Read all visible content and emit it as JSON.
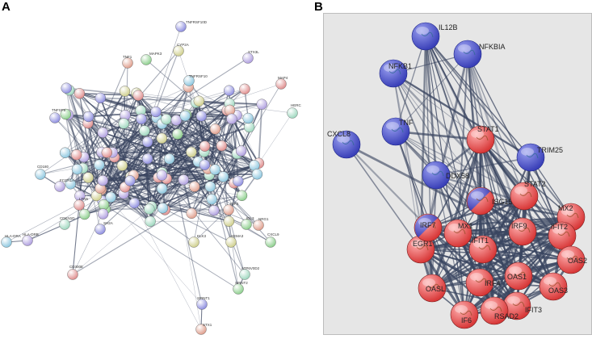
{
  "panels": [
    {
      "letter": "A"
    },
    {
      "letter": "B"
    }
  ],
  "network_a": {
    "labels": [
      "TNFRSF10D",
      "MAPK3",
      "TNF1",
      "CYP2A",
      "TNFRSF10",
      "STX3L",
      "MAP4",
      "HERC",
      "TNFSF9",
      "CXCL9",
      "IGF3",
      "ELK3",
      "CD180",
      "FCCR1A",
      "LFN5",
      "CDKN1D",
      "SH2A",
      "IDL3",
      "NRG1",
      "SEMA3",
      "HLA-DRA",
      "HLA-DRB",
      "CD300E",
      "ATP6V0D2",
      "SPINT1",
      "SPINT2",
      "STX1"
    ],
    "palette": [
      "#8f8fe0",
      "#8fd08f",
      "#e0a08f",
      "#d0d08f",
      "#8fc8e0",
      "#b0a0e0",
      "#e09090",
      "#a0d8c0"
    ]
  },
  "network_b": {
    "blue_nodes": [
      "IL12B",
      "NFKBIA",
      "NFKB1",
      "TNF",
      "CXCL8",
      "DDX58",
      "TRIM25"
    ],
    "red_nodes": [
      "STAT1",
      "ISG15",
      "STAT2",
      "MX2",
      "IFIT2",
      "OAS2",
      "OAS3",
      "IFIT3",
      "RSAD2",
      "IF6",
      "OASL",
      "IRF4",
      "OAS1",
      "IFIT1",
      "EGR1",
      "IRF9",
      "MX1",
      "IRF7"
    ],
    "split_nodes": [
      "ISG15",
      "IRF7"
    ],
    "colors": {
      "blue": "#4a55d0",
      "red": "#e85050",
      "edge": "#3a4560",
      "background": "#e6e6e6"
    }
  }
}
